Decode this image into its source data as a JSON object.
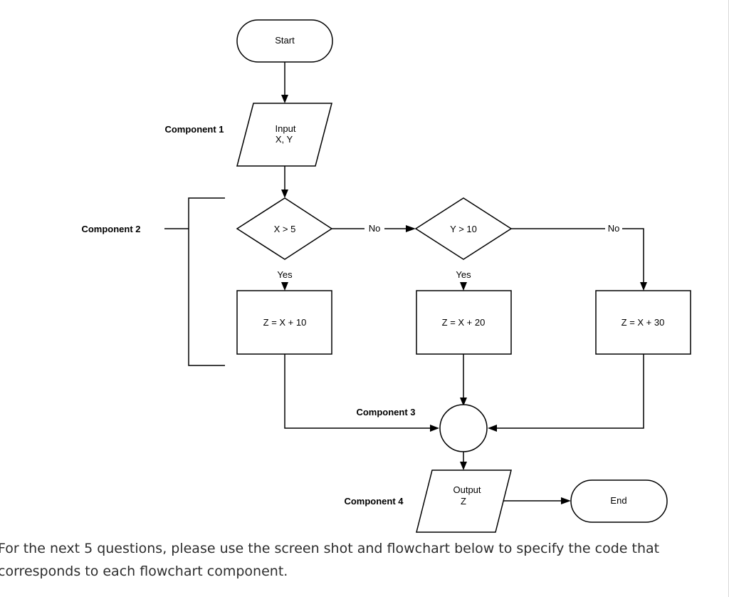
{
  "flowchart": {
    "start": "Start",
    "input": [
      "Input",
      "X, Y"
    ],
    "decision1": "X > 5",
    "decision2": "Y > 10",
    "no_label": "No",
    "yes_label": "Yes",
    "process1": "Z = X + 10",
    "process2": "Z = X + 20",
    "process3": "Z = X + 30",
    "output": [
      "Output",
      "Z"
    ],
    "end": "End"
  },
  "components": {
    "c1": "Component 1",
    "c2": "Component 2",
    "c3": "Component 3",
    "c4": "Component 4"
  },
  "instructions": {
    "line1": "For the next 5 questions, please use the screen shot and flowchart below to specify the code that",
    "line2": "corresponds to each flowchart component."
  }
}
